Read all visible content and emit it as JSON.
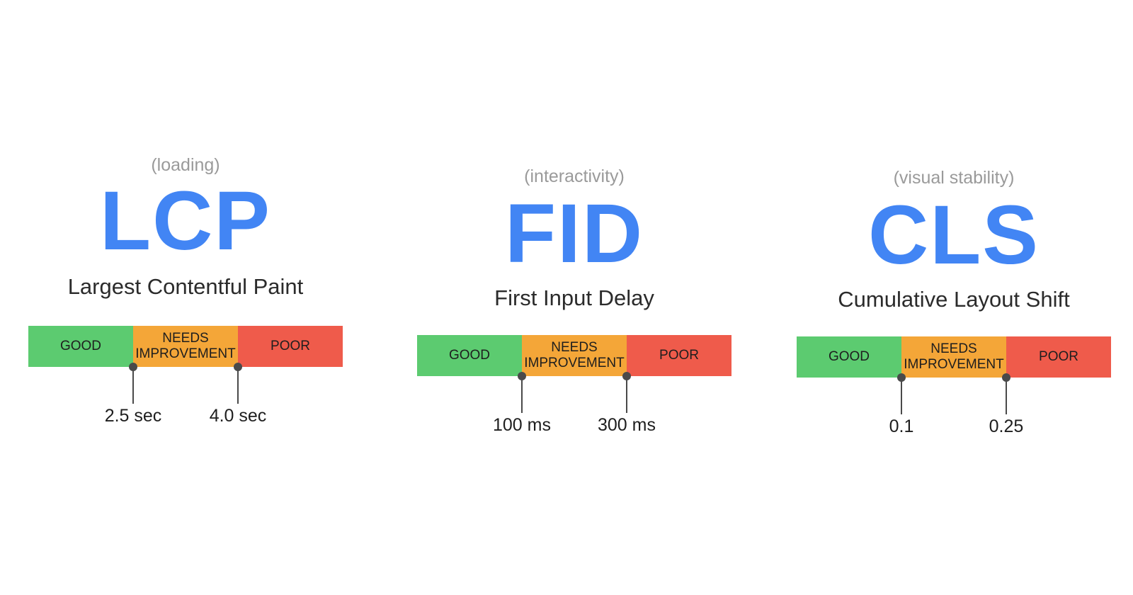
{
  "colors": {
    "accent": "#4285f4",
    "good": "#5ccb70",
    "needs_improvement": "#f4a638",
    "poor": "#ef5b4b"
  },
  "metrics": [
    {
      "subtitle": "(loading)",
      "acronym": "LCP",
      "name": "Largest Contentful Paint",
      "segments": [
        "GOOD",
        "NEEDS\nIMPROVEMENT",
        "POOR"
      ],
      "thresholds": [
        "2.5 sec",
        "4.0 sec"
      ]
    },
    {
      "subtitle": "(interactivity)",
      "acronym": "FID",
      "name": "First Input Delay",
      "segments": [
        "GOOD",
        "NEEDS\nIMPROVEMENT",
        "POOR"
      ],
      "thresholds": [
        "100 ms",
        "300 ms"
      ]
    },
    {
      "subtitle": "(visual stability)",
      "acronym": "CLS",
      "name": "Cumulative Layout Shift",
      "segments": [
        "GOOD",
        "NEEDS\nIMPROVEMENT",
        "POOR"
      ],
      "thresholds": [
        "0.1",
        "0.25"
      ]
    }
  ]
}
